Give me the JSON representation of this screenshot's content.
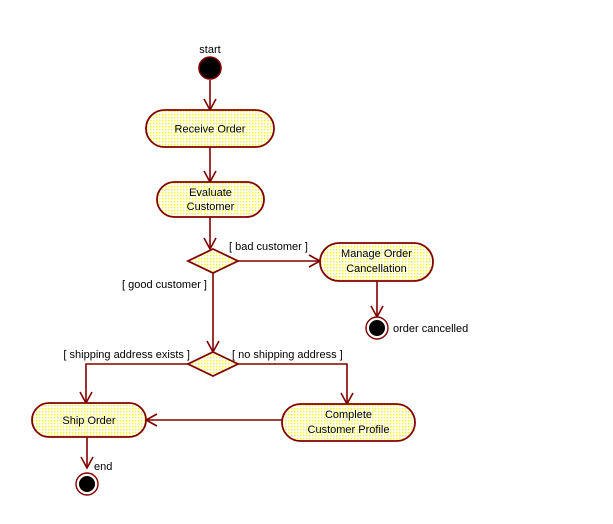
{
  "diagram": {
    "type": "uml-activity-diagram",
    "title": "",
    "colors": {
      "line": "#800000",
      "node_fill": "#ffffcc",
      "node_pattern_dot": "#ffff00",
      "node_border": "#800000",
      "terminal_fill": "#000000",
      "terminal_ring": "#800000",
      "text": "#000000",
      "background": "#ffffff"
    },
    "annotations": [
      {
        "id": "anno-start",
        "text": "start"
      },
      {
        "id": "anno-order-cancelled",
        "text": "order cancelled"
      },
      {
        "id": "anno-end",
        "text": "end"
      }
    ],
    "nodes": [
      {
        "id": "start-node",
        "kind": "initial-node",
        "label": ""
      },
      {
        "id": "receive-order",
        "kind": "activity",
        "label": "Receive Order",
        "lines": [
          "Receive Order"
        ]
      },
      {
        "id": "evaluate-customer",
        "kind": "activity",
        "label": "Evaluate Customer",
        "lines": [
          "Evaluate",
          "Customer"
        ]
      },
      {
        "id": "decision-customer",
        "kind": "decision",
        "label": ""
      },
      {
        "id": "manage-order-cancellation",
        "kind": "activity",
        "label": "Manage Order Cancellation",
        "lines": [
          "Manage Order",
          "Cancellation"
        ]
      },
      {
        "id": "final-order-cancelled",
        "kind": "final-node",
        "label": ""
      },
      {
        "id": "decision-shipping",
        "kind": "decision",
        "label": ""
      },
      {
        "id": "ship-order",
        "kind": "activity",
        "label": "Ship Order",
        "lines": [
          "Ship Order"
        ]
      },
      {
        "id": "complete-customer-profile",
        "kind": "activity",
        "label": "Complete Customer Profile",
        "lines": [
          "Complete",
          "Customer Profile"
        ]
      },
      {
        "id": "final-end",
        "kind": "final-node",
        "label": ""
      }
    ],
    "guards": [
      {
        "id": "guard-bad-customer",
        "text": "[ bad customer ]"
      },
      {
        "id": "guard-good-customer",
        "text": "[ good customer ]"
      },
      {
        "id": "guard-shipping-address-exists",
        "text": "[ shipping address exists ]"
      },
      {
        "id": "guard-no-shipping-address",
        "text": "[ no shipping address ]"
      }
    ],
    "edges": [
      {
        "from": "start-node",
        "to": "receive-order",
        "guard": ""
      },
      {
        "from": "receive-order",
        "to": "evaluate-customer",
        "guard": ""
      },
      {
        "from": "evaluate-customer",
        "to": "decision-customer",
        "guard": ""
      },
      {
        "from": "decision-customer",
        "to": "manage-order-cancellation",
        "guard": "[ bad customer ]"
      },
      {
        "from": "decision-customer",
        "to": "decision-shipping",
        "guard": "[ good customer ]"
      },
      {
        "from": "manage-order-cancellation",
        "to": "final-order-cancelled",
        "guard": ""
      },
      {
        "from": "decision-shipping",
        "to": "ship-order",
        "guard": "[ shipping address exists ]"
      },
      {
        "from": "decision-shipping",
        "to": "complete-customer-profile",
        "guard": "[ no shipping address ]"
      },
      {
        "from": "complete-customer-profile",
        "to": "ship-order",
        "guard": ""
      },
      {
        "from": "ship-order",
        "to": "final-end",
        "guard": ""
      }
    ]
  }
}
